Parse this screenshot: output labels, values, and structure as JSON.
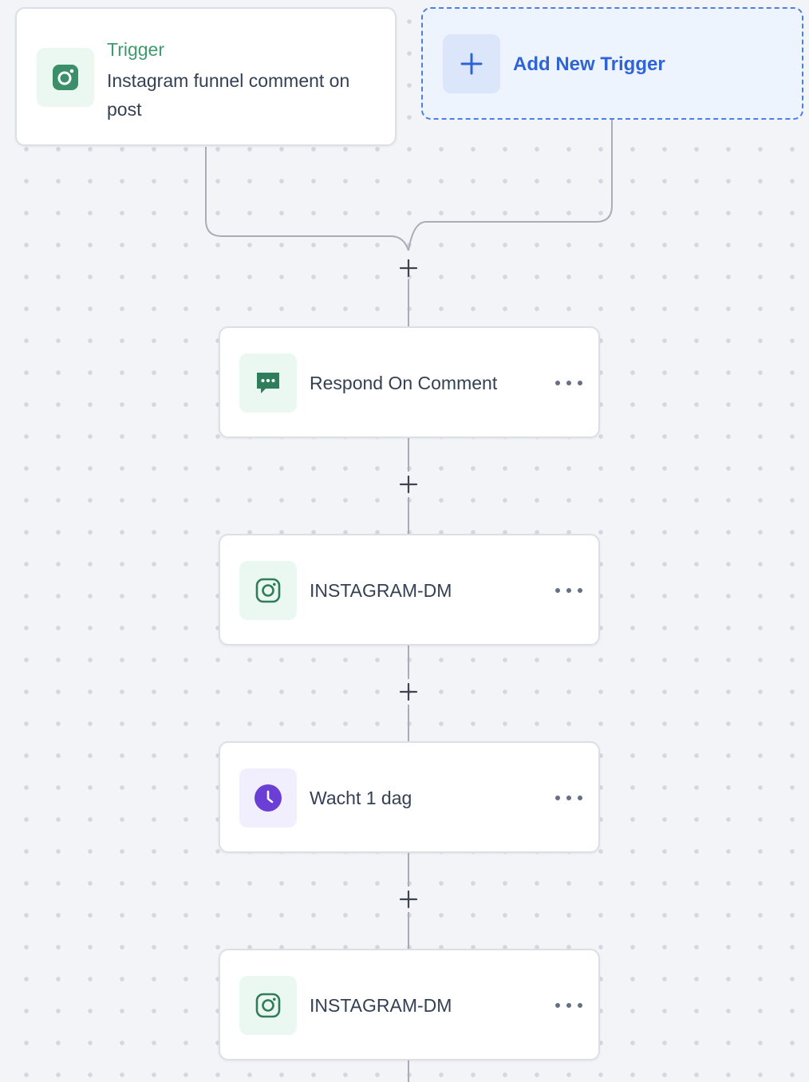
{
  "trigger": {
    "title": "Trigger",
    "description": "Instagram funnel comment on post",
    "icon": "instagram-icon",
    "accent_color": "#3e9b6f"
  },
  "add_trigger": {
    "label": "Add New Trigger",
    "icon": "plus-icon",
    "accent_color": "#2f64d6"
  },
  "steps": [
    {
      "label": "Respond On Comment",
      "icon": "comment-icon"
    },
    {
      "label": "INSTAGRAM-DM",
      "icon": "instagram-icon"
    },
    {
      "label": "Wacht 1 dag",
      "icon": "clock-icon"
    },
    {
      "label": "INSTAGRAM-DM",
      "icon": "instagram-icon"
    }
  ],
  "colors": {
    "canvas_background": "#f3f4f7",
    "connector": "#a9adb6",
    "action_icon_green": "#2f7d5a",
    "wait_icon_purple": "#6b3fd6"
  }
}
